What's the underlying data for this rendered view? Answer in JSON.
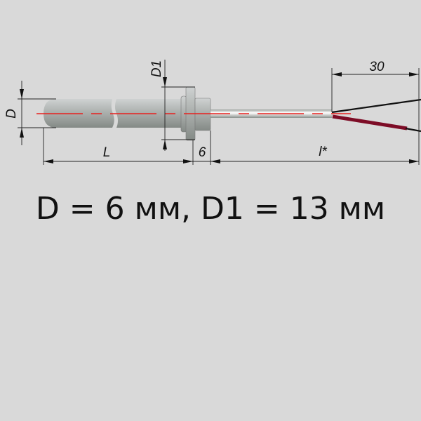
{
  "drawing": {
    "labels": {
      "d": "D",
      "d1": "D1",
      "l": "L",
      "six": "6",
      "l_star": "l*",
      "thirty": "30"
    },
    "colors": {
      "background": "#d9d9d9",
      "centerline": "#e8201e",
      "red_wire": "#7d0c26",
      "black_wire": "#111111"
    }
  },
  "caption": "D = 6 мм, D1 = 13 мм"
}
